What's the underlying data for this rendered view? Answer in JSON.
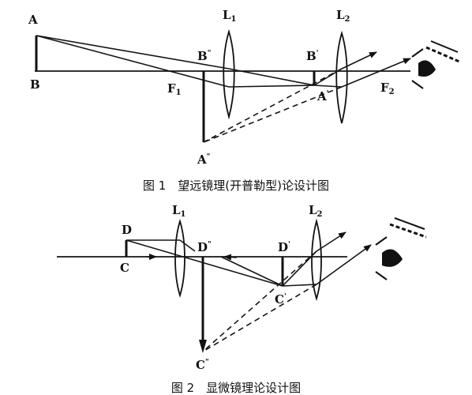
{
  "figure1": {
    "caption": "图 1　望远镜理(开普勒型)论设计图",
    "labels": {
      "A": "A",
      "B": "B",
      "L1": "L",
      "L1_sub": "1",
      "L2": "L",
      "L2_sub": "2",
      "B_dd": "B",
      "B_dd_sup": "\"",
      "B_d": "B",
      "B_d_sup": "'",
      "F1": "F",
      "F1_sub": "1",
      "A_d": "A",
      "A_d_sup": "'",
      "F2": "F",
      "F2_sub": "2",
      "A_dd": "A",
      "A_dd_sup": "\""
    }
  },
  "figure2": {
    "caption": "图 2　显微镜理论设计图",
    "labels": {
      "D": "D",
      "C": "C",
      "L1": "L",
      "L1_sub": "1",
      "L2": "L",
      "L2_sub": "2",
      "D_dd": "D",
      "D_dd_sup": "\"",
      "D_d": "D",
      "D_d_sup": "'",
      "C_d": "C",
      "C_d_sup": "'",
      "C_dd": "C",
      "C_dd_sup": "\""
    }
  }
}
